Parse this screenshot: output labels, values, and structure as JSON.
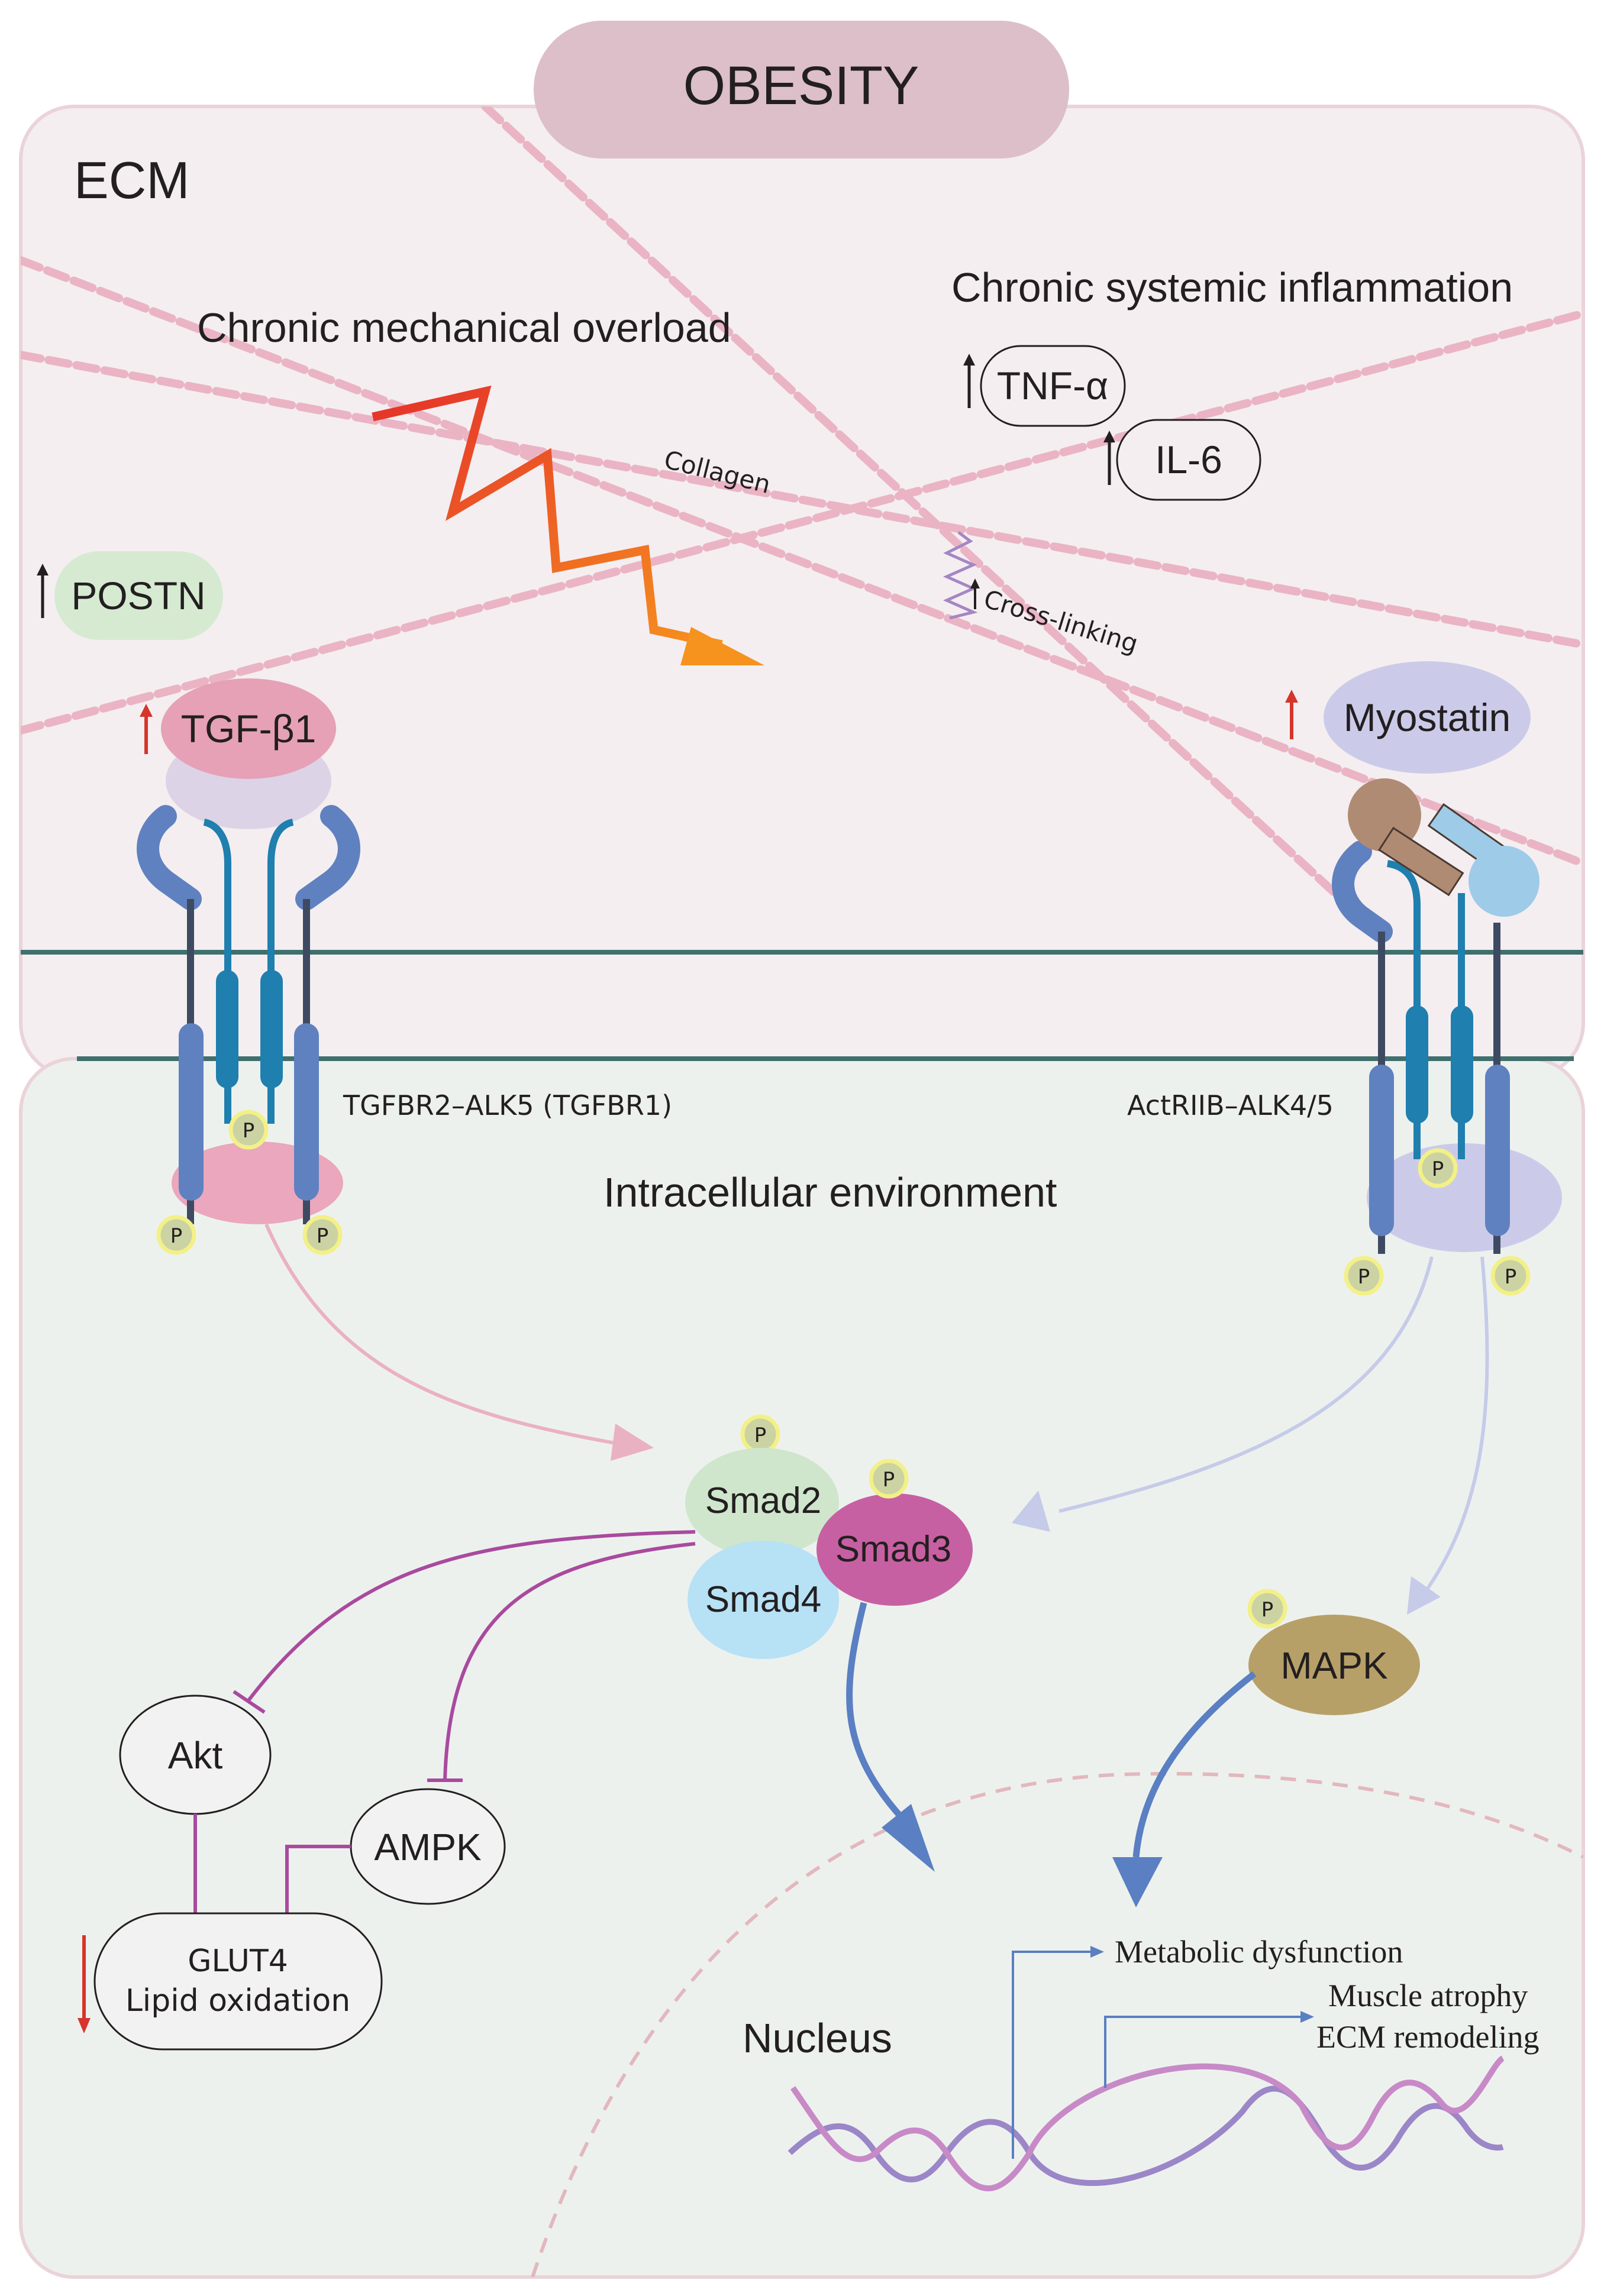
{
  "title": "OBESITY",
  "regions": {
    "ecm": "ECM",
    "intracellular": "Intracellular environment",
    "nucleus": "Nucleus"
  },
  "stimuli": {
    "mechanical": "Chronic mechanical overload",
    "inflammation": "Chronic systemic inflammation",
    "collagen": "Collagen",
    "crosslinking": "Cross-linking"
  },
  "ligands": {
    "tnf": "TNF-α",
    "il6": "IL-6",
    "postn": "POSTN",
    "tgfb1": "TGF-β1",
    "myostatin": "Myostatin"
  },
  "receptors": {
    "tgf_receptor": "TGFBR2–ALK5 (TGFBR1)",
    "act_receptor": "ActRIIB–ALK4/5"
  },
  "phospho": "P",
  "smads": {
    "smad2": "Smad2",
    "smad3": "Smad3",
    "smad4": "Smad4"
  },
  "kinases": {
    "mapk": "MAPK",
    "akt": "Akt",
    "ampk": "AMPK"
  },
  "metabolic": {
    "line1": "GLUT4",
    "line2": "Lipid oxidation"
  },
  "outputs": {
    "metabolic": "Metabolic dysfunction",
    "atrophy": "Muscle atrophy",
    "ecm": "ECM remodeling"
  },
  "colors": {
    "ecm_bg": "#f4eef1",
    "intracellular_bg": "#edf1ee",
    "membrane": "#40706e",
    "collagen": "#eab4c4",
    "receptor_blue": "#5f81c0",
    "receptor_teal": "#1f7fae",
    "smad2": "#cfe6cc",
    "smad3": "#c760a3",
    "smad4": "#b7e1f5",
    "mapk": "#b7a068",
    "tgfb1": "#e6a1b6",
    "myostatin": "#cbcbe9",
    "postn": "#d6ead2",
    "inhibition": "#a94a9e",
    "dna_arrow": "#5a7fc2",
    "up_red": "#d6352b"
  }
}
